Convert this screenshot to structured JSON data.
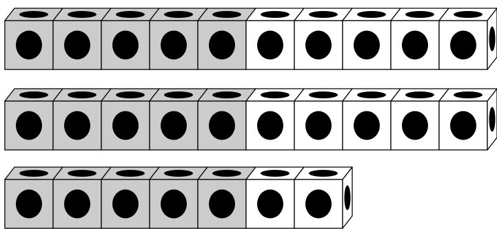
{
  "colors": {
    "shaded_fill": "#cccccc",
    "plain_fill": "#ffffff",
    "outline": "#000000",
    "dot": "#000000",
    "background": "#ffffff"
  },
  "cube_trains": [
    {
      "total_cubes": 10,
      "shaded_cubes": 5
    },
    {
      "total_cubes": 10,
      "shaded_cubes": 5
    },
    {
      "total_cubes": 7,
      "shaded_cubes": 5
    }
  ]
}
